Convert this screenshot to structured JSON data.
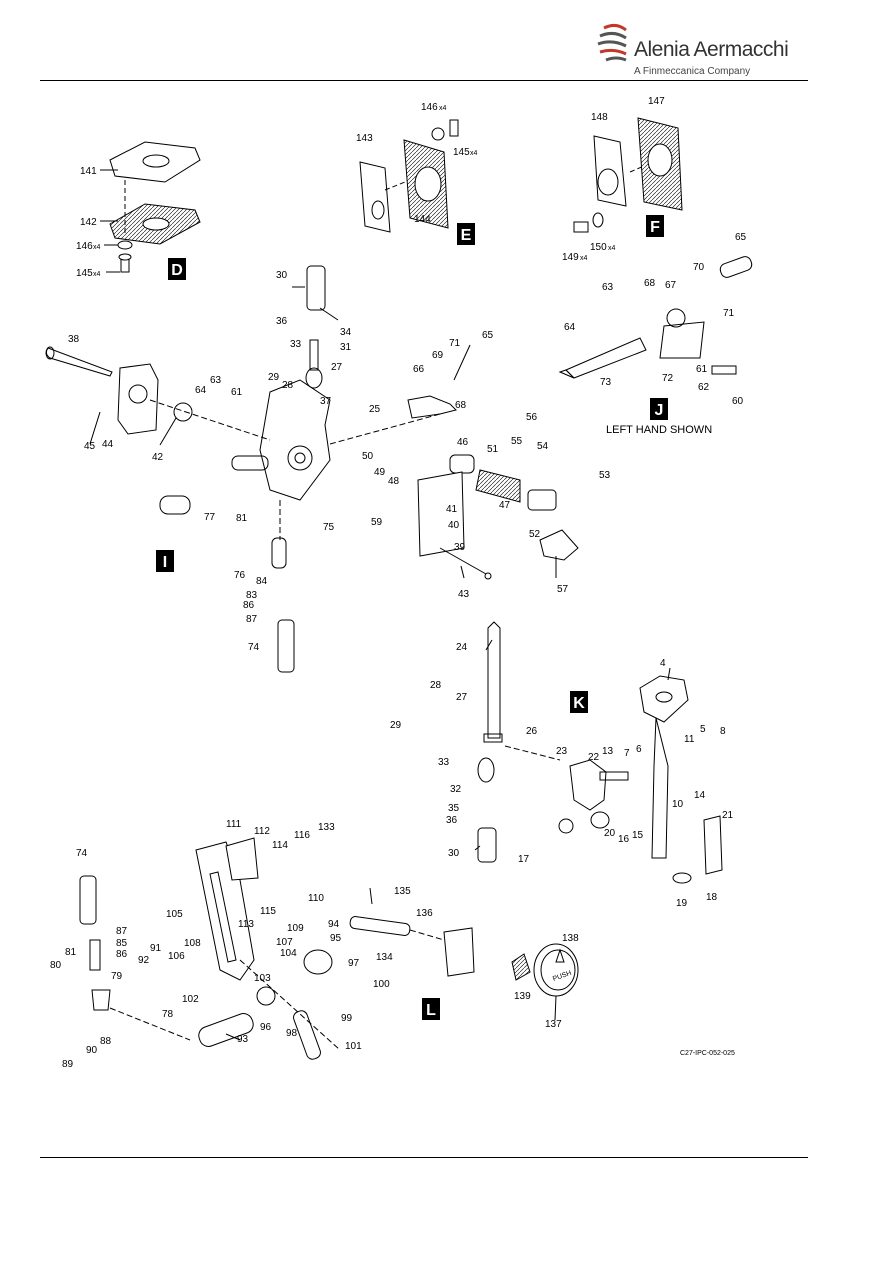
{
  "header": {
    "company_name": "Alenia Aermacchi",
    "company_subtitle": "A Finmeccanica Company"
  },
  "figure": {
    "drawing_number": "C27-IPC-052-025",
    "view_note_j": "LEFT HAND SHOWN",
    "view_letters": [
      "D",
      "E",
      "F",
      "I",
      "J",
      "K",
      "L"
    ]
  },
  "item_numbers": {
    "D": [
      "141",
      "142",
      "146",
      "145"
    ],
    "E": [
      "146",
      "145",
      "143",
      "144"
    ],
    "F": [
      "147",
      "148",
      "149",
      "150"
    ],
    "I": [
      "30",
      "31",
      "33",
      "34",
      "36",
      "37",
      "25",
      "27",
      "28",
      "29",
      "38",
      "39",
      "40",
      "41",
      "42",
      "43",
      "44",
      "45",
      "46",
      "47",
      "48",
      "49",
      "50",
      "51",
      "52",
      "53",
      "54",
      "55",
      "56",
      "57",
      "59",
      "61",
      "63",
      "64",
      "65",
      "66",
      "68",
      "69",
      "71",
      "74",
      "75",
      "76",
      "77",
      "81",
      "83",
      "84",
      "86",
      "87"
    ],
    "J": [
      "60",
      "61",
      "62",
      "63",
      "64",
      "65",
      "67",
      "68",
      "70",
      "71",
      "72",
      "73"
    ],
    "K": [
      "4",
      "5",
      "6",
      "7",
      "8",
      "10",
      "11",
      "13",
      "14",
      "15",
      "16",
      "17",
      "18",
      "19",
      "20",
      "21",
      "22",
      "23",
      "24",
      "26",
      "27",
      "28",
      "29",
      "30",
      "32",
      "33",
      "35",
      "36"
    ],
    "L": [
      "74",
      "78",
      "79",
      "80",
      "81",
      "85",
      "86",
      "87",
      "88",
      "89",
      "90",
      "91",
      "92",
      "93",
      "94",
      "95",
      "96",
      "97",
      "98",
      "99",
      "100",
      "101",
      "102",
      "103",
      "104",
      "105",
      "106",
      "107",
      "108",
      "109",
      "110",
      "111",
      "112",
      "113",
      "114",
      "115",
      "116",
      "133",
      "134",
      "135",
      "136",
      "137",
      "138",
      "139"
    ]
  },
  "quantity_suffix": "x4",
  "knob_text": "PUSH"
}
